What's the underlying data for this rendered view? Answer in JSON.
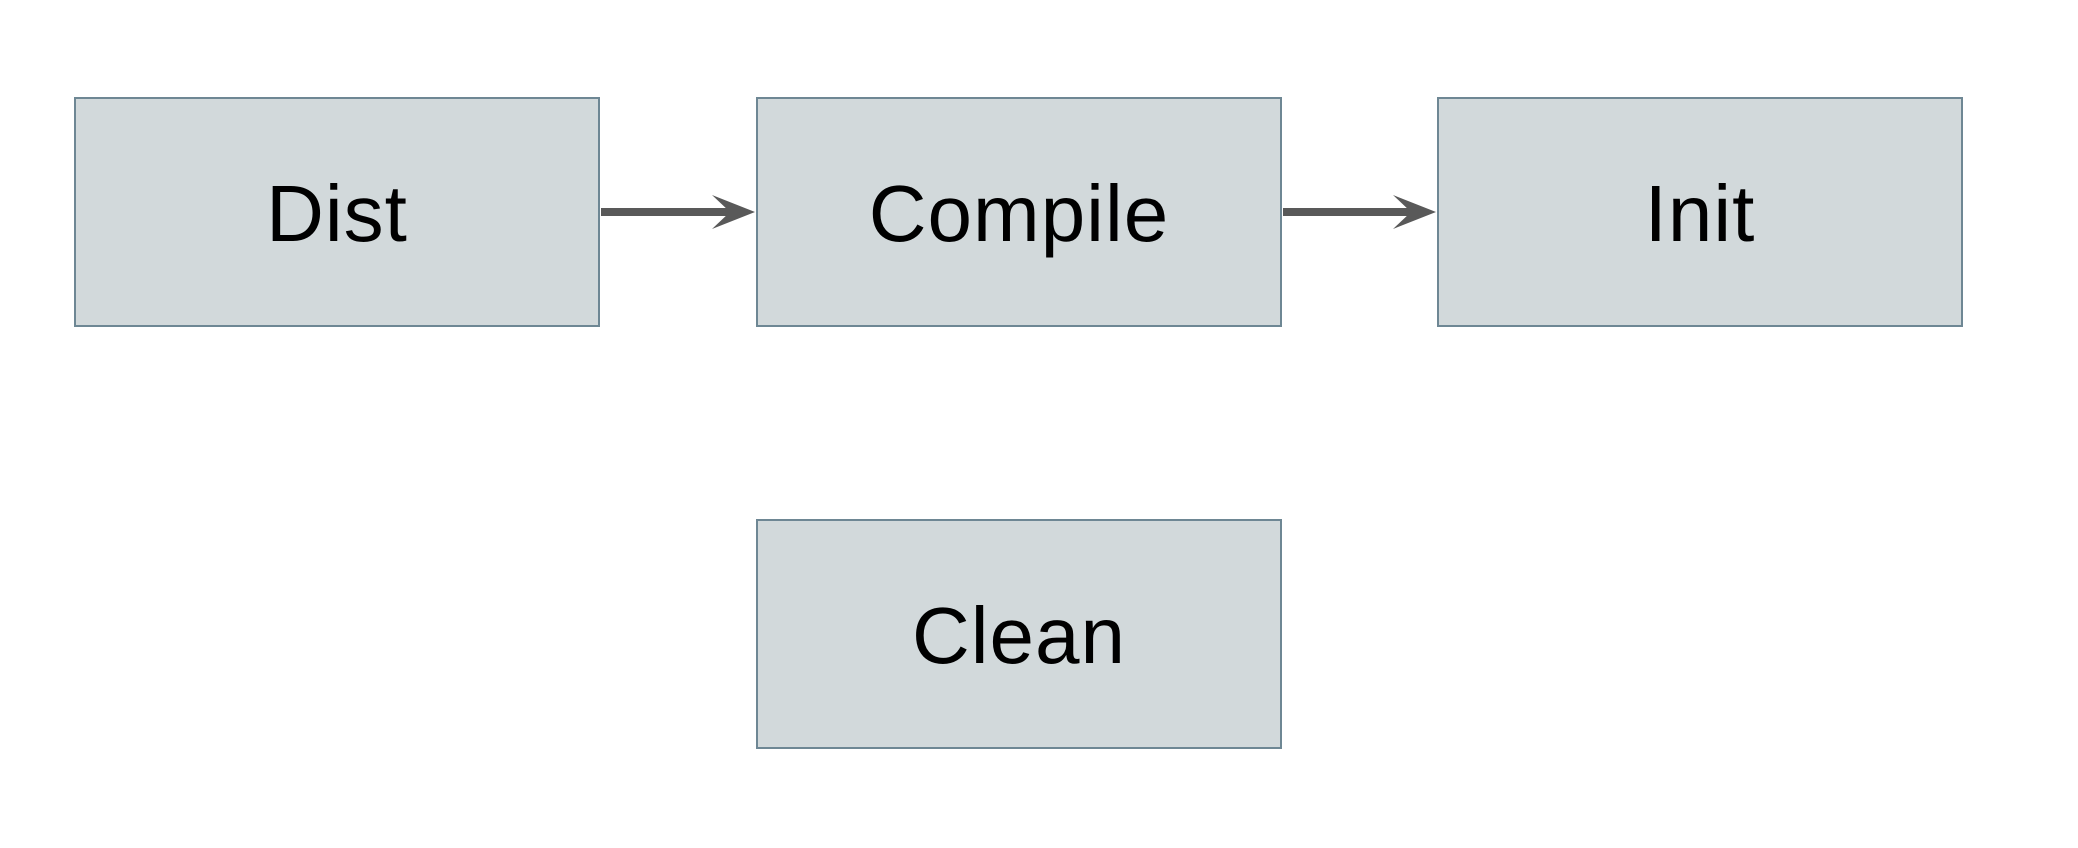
{
  "diagram": {
    "nodes": [
      {
        "id": "dist",
        "label": "Dist"
      },
      {
        "id": "compile",
        "label": "Compile"
      },
      {
        "id": "init",
        "label": "Init"
      },
      {
        "id": "clean",
        "label": "Clean"
      }
    ],
    "edges": [
      {
        "from": "dist",
        "to": "compile",
        "direction": "right"
      },
      {
        "from": "compile",
        "to": "init",
        "direction": "right"
      }
    ],
    "colors": {
      "canvas_bg": "#ffffff",
      "node_fill": "#d2d9db",
      "node_border": "#6e8794",
      "arrow": "#595959",
      "text": "#000000"
    }
  }
}
